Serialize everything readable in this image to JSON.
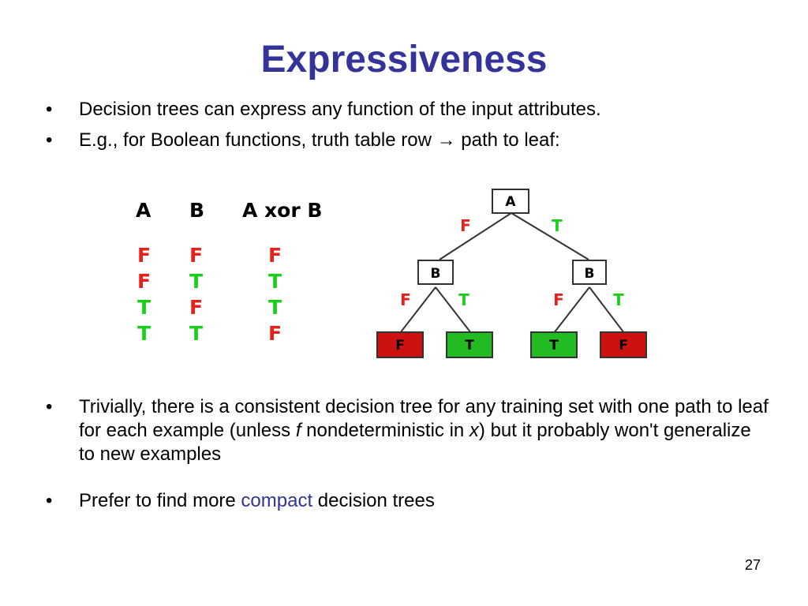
{
  "slide": {
    "title": "Expressiveness",
    "page_number": "27",
    "bullets_top": [
      "Decision trees can express any function of the input attributes.",
      "E.g., for Boolean functions, truth table row → path to leaf:"
    ],
    "bullet3": {
      "part1": "Trivially, there is a consistent decision tree for any training set with one path to leaf for each example (unless ",
      "f": "f",
      "part2": " nondeterministic in ",
      "x": "x",
      "part3": ") but it probably won't generalize to new examples"
    },
    "bullet4": {
      "before": "Prefer to find more ",
      "highlight": "compact",
      "after": " decision trees"
    },
    "bullet_glyph": "•"
  },
  "truth_table": {
    "headers": [
      "A",
      "B",
      "A xor B"
    ],
    "rows": [
      [
        "F",
        "F",
        "F"
      ],
      [
        "F",
        "T",
        "T"
      ],
      [
        "T",
        "F",
        "T"
      ],
      [
        "T",
        "T",
        "F"
      ]
    ]
  },
  "tree": {
    "root": "A",
    "left_child": "B",
    "right_child": "B",
    "edges": {
      "root_left": "F",
      "root_right": "T",
      "l_left": "F",
      "l_right": "T",
      "r_left": "F",
      "r_right": "T"
    },
    "leaves": [
      "F",
      "T",
      "T",
      "F"
    ]
  },
  "colors": {
    "title": "#333399",
    "true": "#19d019",
    "false": "#e8201a",
    "leaf_false": "#cc1111",
    "leaf_true": "#22bb22",
    "highlight": "#333399"
  }
}
